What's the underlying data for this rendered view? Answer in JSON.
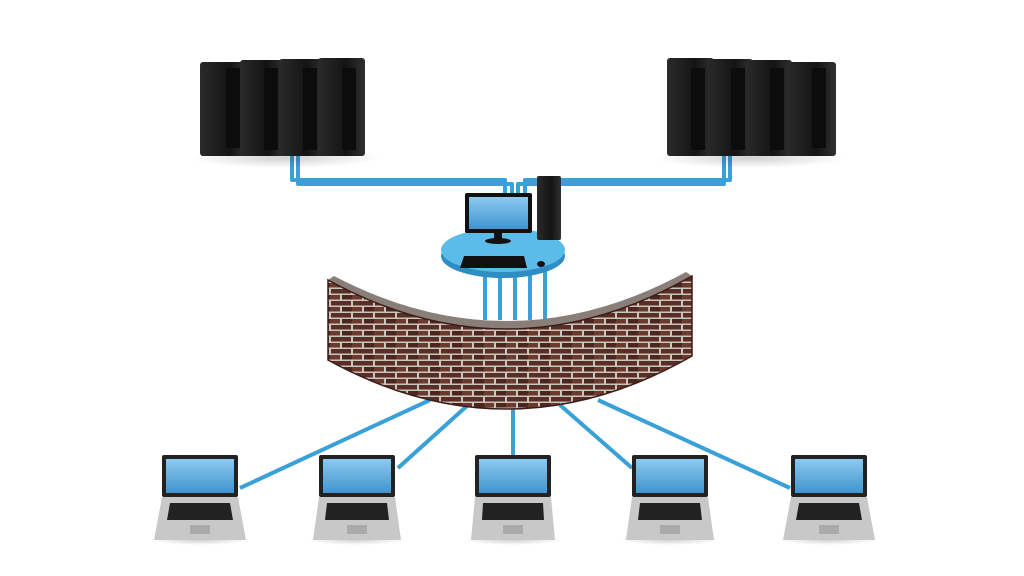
{
  "colors": {
    "background": "#ffffff",
    "cable": "#3aa0d8",
    "platform": "#4fb3e6",
    "server": "#1b1b1b",
    "brick": "#5a2e24",
    "mortar": "#c9c4be",
    "laptop_body": "#c8c8c8",
    "laptop_screen": "#5aa9dc"
  },
  "scene": {
    "server_groups": 2,
    "towers_per_group": 4,
    "laptops": 5
  }
}
